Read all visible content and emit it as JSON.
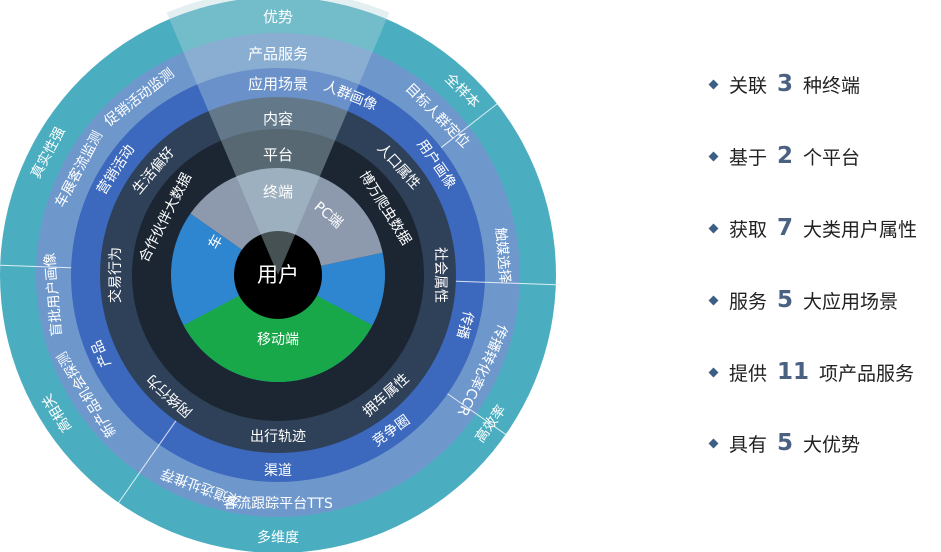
{
  "center": "用户",
  "terminals": [
    "车",
    "PC端",
    "移动端"
  ],
  "ring_labels": {
    "terminal": "终端",
    "platform": "平台",
    "content": "内容",
    "scene": "应用场景",
    "service": "产品服务",
    "advantage": "优势"
  },
  "platforms": [
    "合作伙伴大数据",
    "博万爬虫数据"
  ],
  "attributes": [
    "生活偏好",
    "交易行为",
    "网络行为",
    "出行轨迹",
    "拥车属性",
    "社会属性",
    "人口属性"
  ],
  "scenes": [
    "营销活动",
    "产品",
    "渠道",
    "竞争圈",
    "传播",
    "用户画像",
    "人群画像"
  ],
  "services": [
    "促销活动监测",
    "车展客流监测",
    "盲批用户画像",
    "新产品机会探测",
    "渠道选址推荐",
    "客流跟踪平台TTS",
    "传播转化率CCR",
    "触媒选择",
    "目标人群定位"
  ],
  "advantages": [
    "真实性强",
    "高相关",
    "多维度",
    "高效率",
    "全样本"
  ],
  "legend": [
    {
      "pre": "关联",
      "num": "3",
      "post": "种终端"
    },
    {
      "pre": "基于",
      "num": "2",
      "post": "个平台"
    },
    {
      "pre": "获取",
      "num": "7",
      "post": "大类用户属性"
    },
    {
      "pre": "服务",
      "num": "5",
      "post": "大应用场景"
    },
    {
      "pre": "提供",
      "num": "11",
      "post": "项产品服务"
    },
    {
      "pre": "具有",
      "num": "5",
      "post": "大优势"
    }
  ],
  "colors": {
    "advantage_ring": "#4aaec0",
    "service_ring": "#6e97cc",
    "scene_ring": "#3c68be",
    "attribute_ring": "#2f4158",
    "platform_ring": "#1c2633",
    "car": "#2f86d0",
    "pc": "#8d9aae",
    "mobile": "#18a84a",
    "center": "#000000",
    "wedge": "#b8d4dc"
  }
}
